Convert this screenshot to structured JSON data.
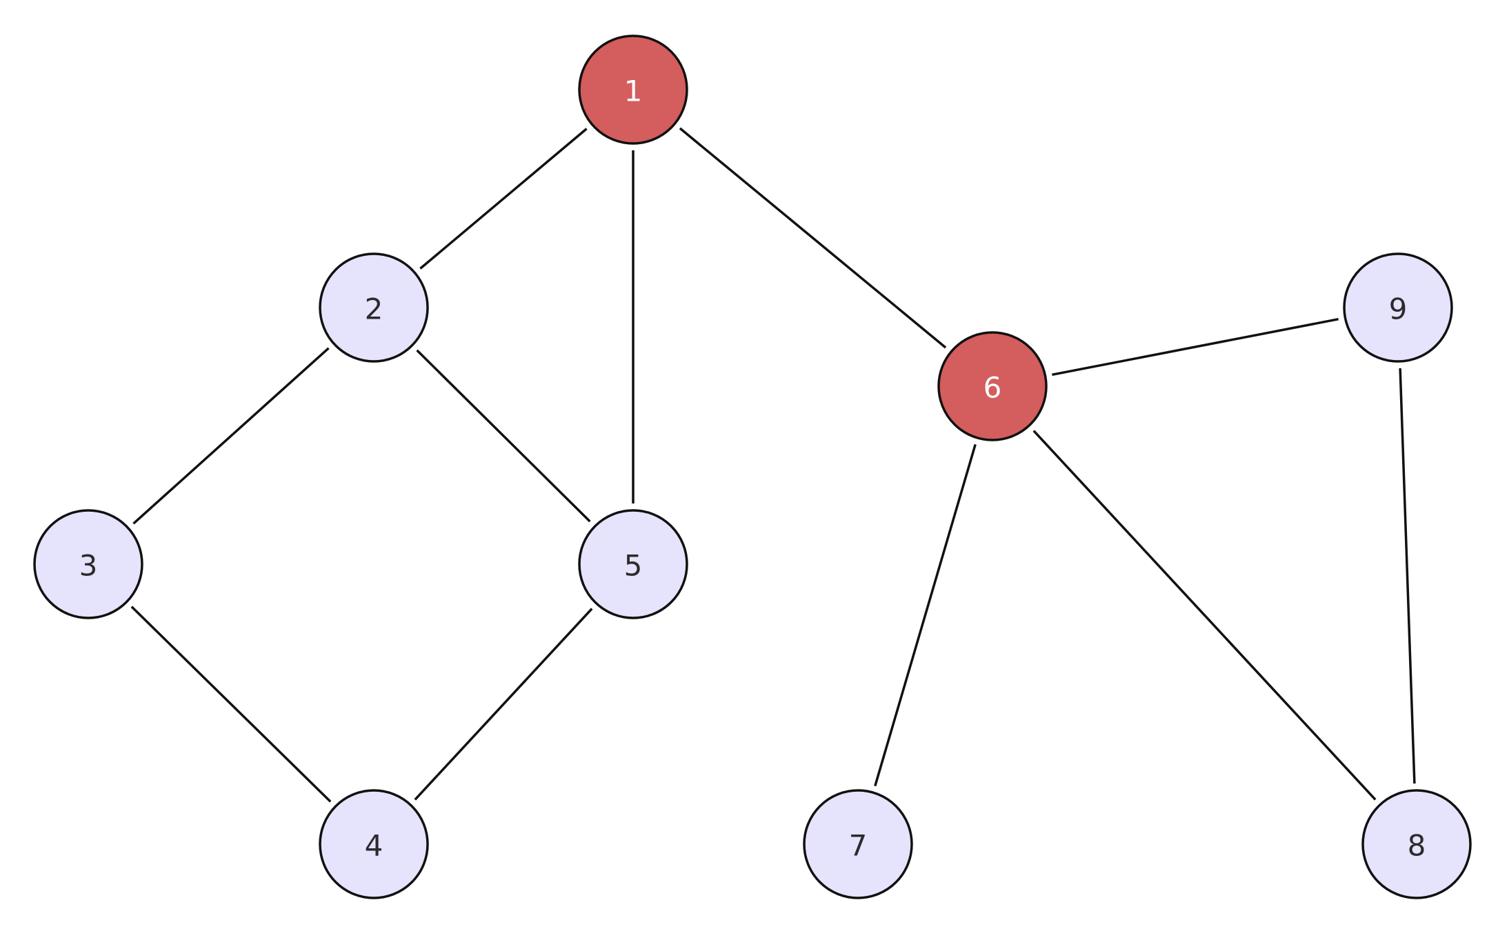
{
  "graph": {
    "nodes": [
      {
        "id": "1",
        "label": "1",
        "highlighted": true
      },
      {
        "id": "2",
        "label": "2",
        "highlighted": false
      },
      {
        "id": "3",
        "label": "3",
        "highlighted": false
      },
      {
        "id": "4",
        "label": "4",
        "highlighted": false
      },
      {
        "id": "5",
        "label": "5",
        "highlighted": false
      },
      {
        "id": "6",
        "label": "6",
        "highlighted": true
      },
      {
        "id": "7",
        "label": "7",
        "highlighted": false
      },
      {
        "id": "8",
        "label": "8",
        "highlighted": false
      },
      {
        "id": "9",
        "label": "9",
        "highlighted": false
      }
    ],
    "edges": [
      [
        "1",
        "2"
      ],
      [
        "1",
        "5"
      ],
      [
        "1",
        "6"
      ],
      [
        "2",
        "3"
      ],
      [
        "2",
        "5"
      ],
      [
        "3",
        "4"
      ],
      [
        "5",
        "4"
      ],
      [
        "6",
        "9"
      ],
      [
        "6",
        "7"
      ],
      [
        "6",
        "8"
      ],
      [
        "9",
        "8"
      ]
    ]
  },
  "colors": {
    "highlighted_fill": "#d45d5d",
    "default_fill": "#e6e3fc",
    "stroke": "#111111",
    "highlighted_text": "#ffffff",
    "default_text": "#2b2b2b",
    "background": "#ffffff"
  }
}
